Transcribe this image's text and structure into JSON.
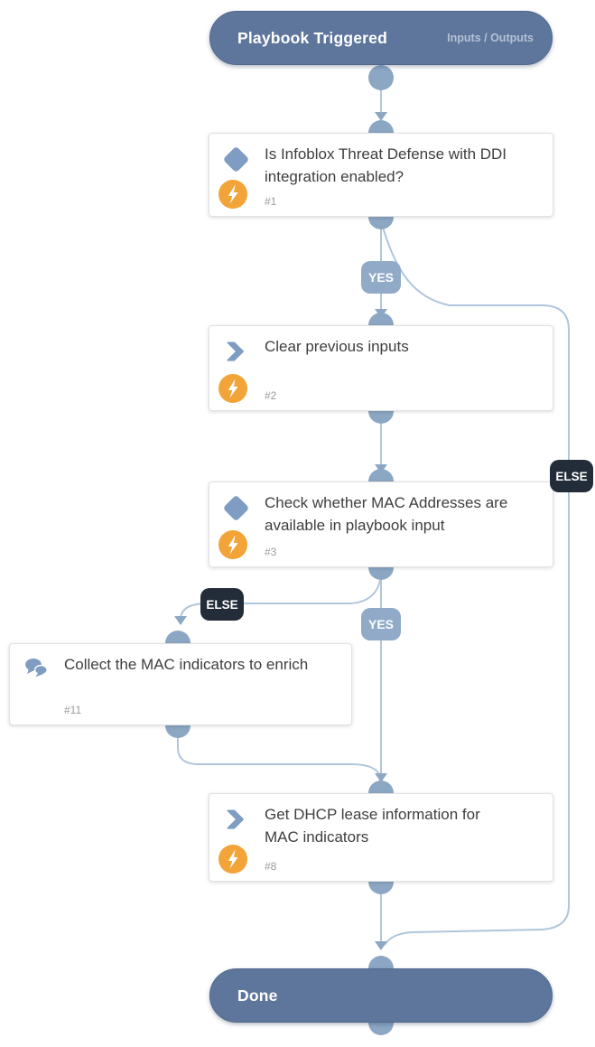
{
  "flow": {
    "start": {
      "title": "Playbook Triggered",
      "link": "Inputs / Outputs"
    },
    "end": {
      "title": "Done"
    },
    "tasks": [
      {
        "id": "#1",
        "title": "Is Infoblox Threat Defense with DDI integration enabled?",
        "icon": "condition-diamond-icon",
        "automated": true
      },
      {
        "id": "#2",
        "title": "Clear previous inputs",
        "icon": "chevron-task-icon",
        "automated": true
      },
      {
        "id": "#3",
        "title": "Check whether MAC Addresses are available in playbook input",
        "icon": "condition-diamond-icon",
        "automated": true
      },
      {
        "id": "#11",
        "title": "Collect the MAC indicators to enrich",
        "icon": "chat-collection-icon",
        "automated": false
      },
      {
        "id": "#8",
        "title": "Get DHCP lease information for MAC indicators",
        "icon": "chevron-task-icon",
        "automated": true
      }
    ],
    "labels": {
      "yes": "YES",
      "else": "ELSE"
    }
  },
  "colors": {
    "terminal_pill": "#5e769c",
    "connector_node": "#8ca7c4",
    "connector_line": "#b0c6dc",
    "yes_badge": "#90aac7",
    "else_badge": "#232c39",
    "task_icon_blue": "#7f9dc2",
    "automation_orange": "#f2a438",
    "card_border": "#e2e2e2",
    "title_text": "#3e3e3e"
  }
}
